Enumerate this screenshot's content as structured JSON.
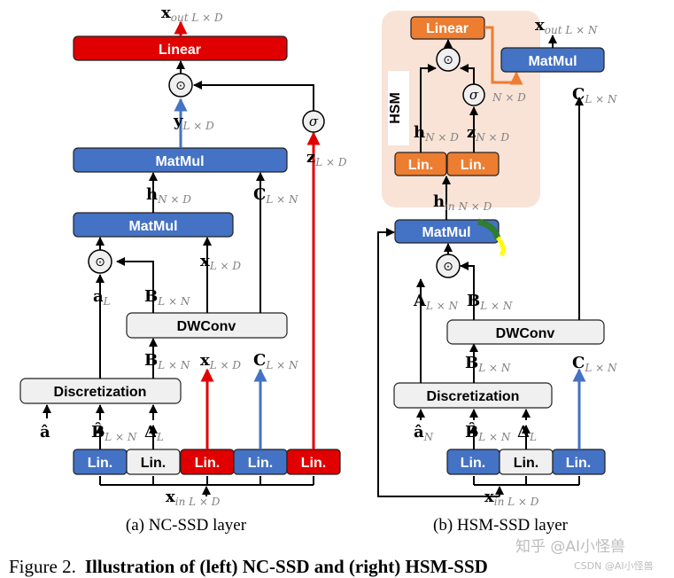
{
  "colors": {
    "blue": "#4472c4",
    "red": "#e00000",
    "orange": "#ed7d31",
    "gray": "#f0f0f0",
    "hsm_bg": "#f8e3d6"
  },
  "left": {
    "linear": "Linear",
    "matmul_top": "MatMul",
    "matmul_mid": "MatMul",
    "dwconv": "DWConv",
    "discretization": "Discretization",
    "lin": [
      "Lin.",
      "Lin.",
      "Lin.",
      "Lin.",
      "Lin."
    ],
    "x_out": "x",
    "x_out_sub": "out L × D",
    "y": "y",
    "y_sub": "L × D",
    "z": "z",
    "z_sub": "L × D",
    "sigma": "σ",
    "h": "h",
    "h_sub": "N × D",
    "C": "C",
    "C_sub": "L × N",
    "x": "x",
    "x_sub": "L × D",
    "a": "a",
    "a_sub": "L",
    "B": "B",
    "B_sub": "L × N",
    "B2": "B",
    "B2_sub": "L × N",
    "x2": "x",
    "x2_sub": "L × D",
    "C2": "C",
    "C2_sub": "L × N",
    "a_hat": "â",
    "B_hat": "B̂",
    "B_hat_sub": "L × N",
    "delta": "Δ",
    "delta_sub": "L",
    "x_in": "x",
    "x_in_sub": "in L × D",
    "dot": "⊙",
    "caption": "(a) NC-SSD layer"
  },
  "right": {
    "hsm": "HSM",
    "linear": "Linear",
    "matmul_right": "MatMul",
    "matmul": "MatMul",
    "dwconv": "DWConv",
    "discretization": "Discretization",
    "lin_hsm": [
      "Lin.",
      "Lin."
    ],
    "lin": [
      "Lin.",
      "Lin.",
      "Lin."
    ],
    "sigma": "σ",
    "sigma_sub": "N × D",
    "h": "h",
    "h_sub": "N × D",
    "z": "z",
    "z_sub": "N × D",
    "h_in": "h",
    "h_in_sub": "in N × D",
    "x_out": "x",
    "x_out_sub": "out L × N",
    "C": "C",
    "C_sub": "L × N",
    "A": "A",
    "A_sub": "L × N",
    "B": "B",
    "B_sub": "L × N",
    "B2": "B",
    "B2_sub": "L × N",
    "C2": "C",
    "C2_sub": "L × N",
    "a_hat": "â",
    "a_hat_sub": "N",
    "B_hat": "B̂",
    "B_hat_sub": "L × N",
    "delta": "Δ",
    "delta_sub": "L",
    "x_in": "x",
    "x_in_sub": "in L × D",
    "dot": "⊙",
    "caption": "(b) HSM-SSD layer"
  },
  "figure_caption": {
    "prefix": "Figure 2.",
    "bold": "Illustration of (left) NC-SSD and (right) HSM-SSD"
  },
  "watermark": {
    "main": "知乎 @AI小怪兽",
    "small": "CSDN @AI小怪兽"
  }
}
